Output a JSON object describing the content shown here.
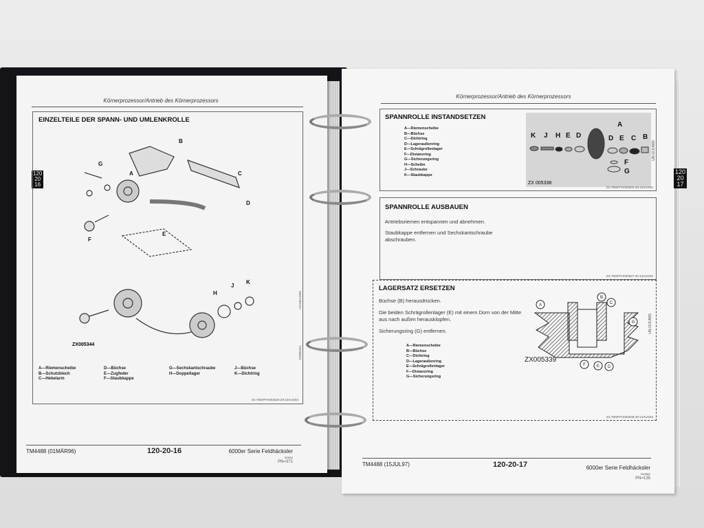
{
  "left_page": {
    "header": "Körnerprozessor/Antrieb des Körnerprozessors",
    "section_title": "EINZELTEILE DER SPANN- UND UMLENKROLLE",
    "tab": [
      "120",
      "20",
      "16"
    ],
    "diagram_labels": [
      "A",
      "B",
      "C",
      "D",
      "E",
      "F",
      "G",
      "H",
      "J",
      "K"
    ],
    "figure_id": "ZX005344",
    "side_code": "ZX005344",
    "side_code2": "UN-06JUN95",
    "legend": [
      [
        "A—Riemenscheibe",
        "B—Schutzblech",
        "C—Hebelarm"
      ],
      [
        "D—Büchse",
        "E—Zugfeder",
        "F—Staubkappe"
      ],
      [
        "G—Sechskantschraube",
        "H—Doppellager"
      ],
      [
        "J—Büchse",
        "K—Dichtring"
      ]
    ],
    "ref": "ZX,TMSPFH003525-29-13AUG94",
    "footer": {
      "manual": "TM4488 (01MÄR96)",
      "page": "120-20-16",
      "series": "6000er Serie Feldhäcksler",
      "sub": "sense",
      "pn": "PN=371"
    }
  },
  "right_page": {
    "header": "Körnerprozessor/Antrieb des Körnerprozessors",
    "tab": [
      "120",
      "20",
      "17"
    ],
    "section1": {
      "title": "SPANNROLLE INSTANDSETZEN",
      "legend": [
        "A—Riemenscheibe",
        "B—Büchse",
        "C—Dichtring",
        "D—Lageraußenring",
        "E—Schrägrollenlager",
        "F—Distanzring",
        "G—Sicherungsring",
        "H—Scheibe",
        "J—Schraube",
        "K—Staubkappe"
      ],
      "photo_labels": [
        "K",
        "J",
        "H",
        "E",
        "D",
        "A",
        "D",
        "E",
        "C",
        "B",
        "F",
        "G"
      ],
      "figure_id": "ZX 005338",
      "side_code": "UN-02JUN95",
      "ref": "ZX,TMSPFH003526-29-13AUG94"
    },
    "section2": {
      "title": "SPANNROLLE AUSBAUEN",
      "paragraphs": [
        "Antriebsriemen entspannen und abnehmen.",
        "Staubkappe entfernen und Sechskantschraube abschrauben."
      ],
      "ref": "ZX,TMSPFH003527-29-13AUG94"
    },
    "section3": {
      "title": "LAGERSATZ ERSETZEN",
      "paragraphs": [
        "Büchse (B) herausdrücken.",
        "Die beiden Schrägrollenlager (E) mit einem Dorn von der Mitte aus nach außen herausklopfen.",
        "Sicherungsring (G) entfernen."
      ],
      "legend": [
        "A—Riemenscheibe",
        "B—Büchse",
        "C—Dichtring",
        "D—Lageraußenring",
        "E—Schrägrollenlager",
        "F—Distanzring",
        "G—Sicherungsring"
      ],
      "diagram_labels": [
        "A",
        "B",
        "C",
        "G",
        "F",
        "E",
        "D"
      ],
      "figure_id": "ZX005339",
      "side_code": "UN-02JUN95",
      "ref": "ZX,TMSPFH003528-29-13AUG94"
    },
    "footer": {
      "manual": "TM4488 (15JUL97)",
      "page": "120-20-17",
      "series": "6000er Serie Feldhäcksler",
      "sub": "trustee",
      "pn": "PN=135"
    }
  }
}
